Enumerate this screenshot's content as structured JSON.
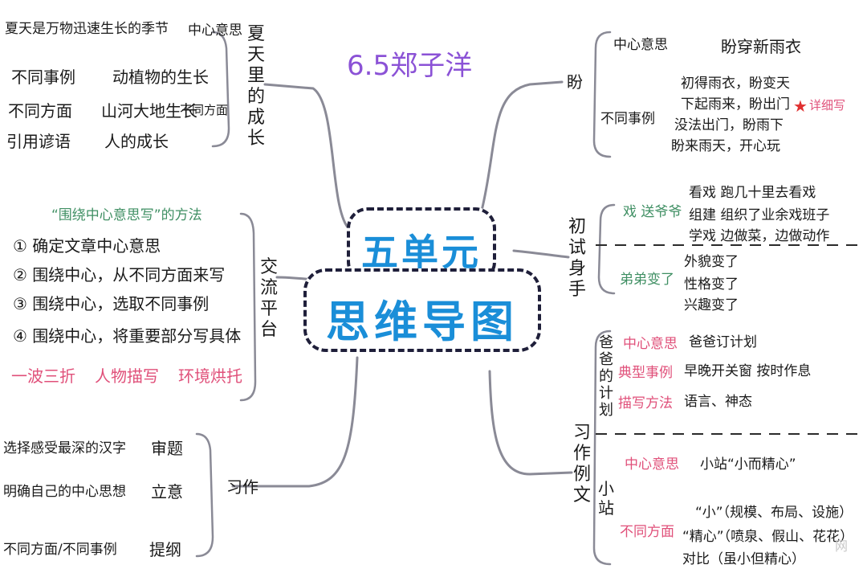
{
  "title": "6.5郑子洋",
  "center": {
    "line1": "五单元",
    "line2": "思维导图"
  },
  "summer": {
    "branch": "夏天里的成长",
    "rows": [
      {
        "left": "夏天是万物迅速生长的季节",
        "right": "中心意思"
      },
      {
        "left": "不同事例",
        "right": "动植物的生长"
      },
      {
        "left": "不同方面",
        "right": "山河大地生长"
      },
      {
        "left": "引用谚语",
        "right": "人的成长"
      }
    ],
    "side_label": "不同方面"
  },
  "platform": {
    "branch": "交流平台",
    "heading": "“围绕中心意思写”的方法",
    "steps": [
      "① 确定文章中心意思",
      "② 围绕中心，从不同方面来写",
      "③ 围绕中心，选取不同事例",
      "④ 围绕中心，将重要部分写具体"
    ],
    "techniques": [
      "一波三折",
      "人物描写",
      "环境烘托"
    ]
  },
  "writing": {
    "branch": "习作",
    "rows": [
      {
        "left": "选择感受最深的汉字",
        "right": "审题"
      },
      {
        "left": "明确自己的中心思想",
        "right": "立意"
      },
      {
        "left": "不同方面/不同事例",
        "right": "提纲"
      }
    ]
  },
  "panfang": {
    "branch": "盼",
    "central_label": "中心意思",
    "central": "盼穿新雨衣",
    "examples_label": "不同事例",
    "examples": [
      "初得雨衣，盼变天",
      "下起雨来，盼出门",
      "没法出门，盼雨下",
      "盼来雨天，开心玩"
    ],
    "note": "详细写"
  },
  "trial": {
    "branch": "初试身手",
    "opera_label": "戏 送爷爷",
    "opera": [
      "看戏  跑几十里去看戏",
      "组建  组织了业余戏班子",
      "学戏  边做菜，边做动作"
    ],
    "brother_label": "弟弟变了",
    "brother": [
      "外貌变了",
      "性格变了",
      "兴趣变了"
    ]
  },
  "examples": {
    "branch": "习作例文",
    "dad_branch": "爸爸的计划",
    "dad": [
      {
        "label": "中心意思",
        "text": "爸爸订计划"
      },
      {
        "label": "典型事例",
        "text": "早晚开关窗     按时作息"
      },
      {
        "label": "描写方法",
        "text": "语言、神态"
      }
    ],
    "station_branch": "小站",
    "station_central_label": "中心意思",
    "station_central": "小站“小而精心”",
    "station_aspects_label": "不同方面",
    "station_aspects": [
      "“小”（规模、布局、设施）",
      "“精心”（喷泉、假山、花花）",
      "对比（虽小但精心）"
    ]
  },
  "watermark": "网"
}
